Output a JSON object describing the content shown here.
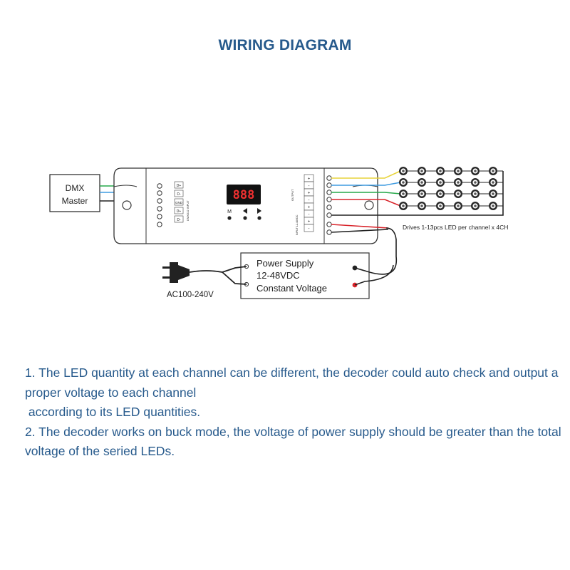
{
  "title": "WIRING DIAGRAM",
  "dmx_master": {
    "line1": "DMX",
    "line2": "Master"
  },
  "decoder": {
    "display": "888",
    "btn_m": "M",
    "dmx_terminals": [
      "D+",
      "D-",
      "GND",
      "D+",
      "D-"
    ],
    "dmx_side_label": "DMX512 INPUT",
    "output_terminals": [
      "+",
      "-",
      "+",
      "-",
      "+",
      "-",
      "+",
      "-"
    ],
    "output_side_label": "OUTPUT",
    "input_terminals": [
      "+",
      "-"
    ],
    "input_side_label": "INPUT 12-48VDC"
  },
  "led_label": "Drives 1-13pcs LED per channel x 4CH",
  "power_supply": {
    "line1": "Power Supply",
    "line2": "12-48VDC",
    "line3": "Constant Voltage"
  },
  "ac_label": "AC100-240V",
  "colors": {
    "title": "#275a8c",
    "yellow": "#e8d43a",
    "blue": "#3f9be0",
    "green": "#27a84a",
    "red": "#d8232a",
    "black": "#222222"
  },
  "notes": [
    "1. The LED quantity at each channel can be different, the decoder could auto check and output a proper voltage to each channel\n according to its LED quantities.",
    "2. The decoder works on buck mode, the voltage of power supply should be greater than the total voltage of the seried LEDs."
  ]
}
